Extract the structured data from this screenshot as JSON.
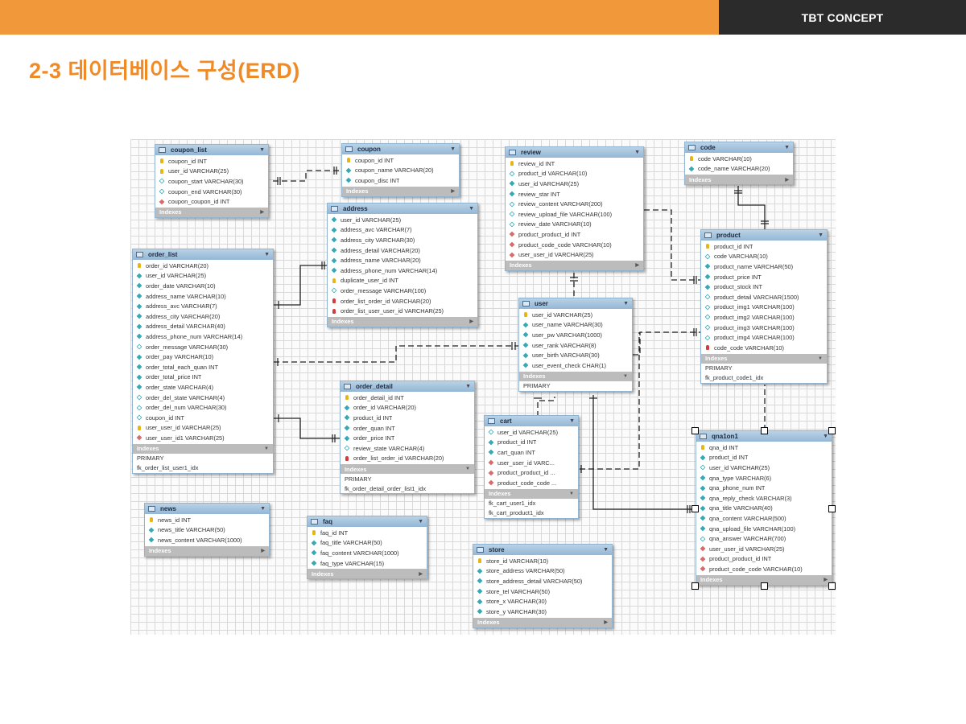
{
  "header": {
    "brand": "TBT CONCEPT"
  },
  "title": "2-3 데이터베이스 구성(ERD)",
  "diagram": {
    "index_label": "Indexes",
    "tables": [
      {
        "id": "coupon_list",
        "name": "coupon_list",
        "columns": [
          {
            "k": "pk",
            "t": "coupon_id INT"
          },
          {
            "k": "pk",
            "t": "user_id VARCHAR(25)"
          },
          {
            "k": "col",
            "t": "coupon_start VARCHAR(30)"
          },
          {
            "k": "col",
            "t": "coupon_end VARCHAR(30)"
          },
          {
            "k": "fkc",
            "t": "coupon_coupon_id INT"
          }
        ],
        "indexes": []
      },
      {
        "id": "coupon",
        "name": "coupon",
        "columns": [
          {
            "k": "pk",
            "t": "coupon_id INT"
          },
          {
            "k": "nn",
            "t": "coupon_name VARCHAR(20)"
          },
          {
            "k": "nn",
            "t": "coupon_disc INT"
          }
        ],
        "indexes": []
      },
      {
        "id": "address",
        "name": "address",
        "columns": [
          {
            "k": "nn",
            "t": "user_id VARCHAR(25)"
          },
          {
            "k": "nn",
            "t": "address_avc VARCHAR(7)"
          },
          {
            "k": "nn",
            "t": "address_city VARCHAR(30)"
          },
          {
            "k": "nn",
            "t": "address_detail VARCHAR(20)"
          },
          {
            "k": "nn",
            "t": "address_name VARCHAR(20)"
          },
          {
            "k": "nn",
            "t": "address_phone_num VARCHAR(14)"
          },
          {
            "k": "pk",
            "t": "duplicate_user_id INT"
          },
          {
            "k": "col",
            "t": "order_message VARCHAR(100)"
          },
          {
            "k": "fk",
            "t": "order_list_order_id VARCHAR(20)"
          },
          {
            "k": "fk",
            "t": "order_list_user_user_id VARCHAR(25)"
          }
        ],
        "indexes": []
      },
      {
        "id": "order_list",
        "name": "order_list",
        "columns": [
          {
            "k": "pk",
            "t": "order_id VARCHAR(20)"
          },
          {
            "k": "nn",
            "t": "user_id VARCHAR(25)"
          },
          {
            "k": "nn",
            "t": "order_date VARCHAR(10)"
          },
          {
            "k": "nn",
            "t": "address_name VARCHAR(10)"
          },
          {
            "k": "nn",
            "t": "address_avc VARCHAR(7)"
          },
          {
            "k": "nn",
            "t": "address_city VARCHAR(20)"
          },
          {
            "k": "nn",
            "t": "address_detail VARCHAR(40)"
          },
          {
            "k": "nn",
            "t": "address_phone_num VARCHAR(14)"
          },
          {
            "k": "col",
            "t": "order_message VARCHAR(30)"
          },
          {
            "k": "nn",
            "t": "order_pay VARCHAR(10)"
          },
          {
            "k": "nn",
            "t": "order_total_each_quan INT"
          },
          {
            "k": "nn",
            "t": "order_total_price INT"
          },
          {
            "k": "nn",
            "t": "order_state VARCHAR(4)"
          },
          {
            "k": "col",
            "t": "order_del_state VARCHAR(4)"
          },
          {
            "k": "col",
            "t": "order_del_num VARCHAR(30)"
          },
          {
            "k": "col",
            "t": "coupon_id INT"
          },
          {
            "k": "pk",
            "t": "user_user_id VARCHAR(25)"
          },
          {
            "k": "fkc",
            "t": "user_user_id1 VARCHAR(25)"
          }
        ],
        "indexes": [
          "PRIMARY",
          "fk_order_list_user1_idx"
        ]
      },
      {
        "id": "order_detail",
        "name": "order_detail",
        "columns": [
          {
            "k": "pk",
            "t": "order_detail_id INT"
          },
          {
            "k": "nn",
            "t": "order_id VARCHAR(20)"
          },
          {
            "k": "nn",
            "t": "product_id INT"
          },
          {
            "k": "nn",
            "t": "order_quan INT"
          },
          {
            "k": "nn",
            "t": "order_price INT"
          },
          {
            "k": "col",
            "t": "review_state VARCHAR(4)"
          },
          {
            "k": "fk",
            "t": "order_list_order_id VARCHAR(20)"
          }
        ],
        "indexes": [
          "PRIMARY",
          "fk_order_detail_order_list1_idx"
        ]
      },
      {
        "id": "review",
        "name": "review",
        "columns": [
          {
            "k": "pk",
            "t": "review_id INT"
          },
          {
            "k": "col",
            "t": "product_id VARCHAR(10)"
          },
          {
            "k": "nn",
            "t": "user_id VARCHAR(25)"
          },
          {
            "k": "nn",
            "t": "review_star INT"
          },
          {
            "k": "col",
            "t": "review_content VARCHAR(200)"
          },
          {
            "k": "col",
            "t": "review_upload_file VARCHAR(100)"
          },
          {
            "k": "col",
            "t": "review_date VARCHAR(10)"
          },
          {
            "k": "fkc",
            "t": "product_product_id INT"
          },
          {
            "k": "fkc",
            "t": "product_code_code VARCHAR(10)"
          },
          {
            "k": "fkc",
            "t": "user_user_id VARCHAR(25)"
          }
        ],
        "indexes": []
      },
      {
        "id": "code",
        "name": "code",
        "columns": [
          {
            "k": "pk",
            "t": "code VARCHAR(10)"
          },
          {
            "k": "nn",
            "t": "code_name VARCHAR(20)"
          }
        ],
        "indexes": []
      },
      {
        "id": "product",
        "name": "product",
        "columns": [
          {
            "k": "pk",
            "t": "product_id INT"
          },
          {
            "k": "col",
            "t": "code VARCHAR(10)"
          },
          {
            "k": "nn",
            "t": "product_name VARCHAR(50)"
          },
          {
            "k": "nn",
            "t": "product_price INT"
          },
          {
            "k": "nn",
            "t": "product_stock INT"
          },
          {
            "k": "col",
            "t": "product_detail VARCHAR(1500)"
          },
          {
            "k": "col",
            "t": "product_img1 VARCHAR(100)"
          },
          {
            "k": "col",
            "t": "product_img2 VARCHAR(100)"
          },
          {
            "k": "col",
            "t": "product_img3 VARCHAR(100)"
          },
          {
            "k": "col",
            "t": "product_img4 VARCHAR(100)"
          },
          {
            "k": "fk",
            "t": "code_code VARCHAR(10)"
          }
        ],
        "indexes": [
          "PRIMARY",
          "fk_product_code1_idx"
        ]
      },
      {
        "id": "user",
        "name": "user",
        "columns": [
          {
            "k": "pk",
            "t": "user_id VARCHAR(25)"
          },
          {
            "k": "nn",
            "t": "user_name VARCHAR(30)"
          },
          {
            "k": "nn",
            "t": "user_pw VARCHAR(1000)"
          },
          {
            "k": "nn",
            "t": "user_rank VARCHAR(8)"
          },
          {
            "k": "nn",
            "t": "user_birth VARCHAR(30)"
          },
          {
            "k": "nn",
            "t": "user_event_check CHAR(1)"
          }
        ],
        "indexes": [
          "PRIMARY"
        ]
      },
      {
        "id": "cart",
        "name": "cart",
        "columns": [
          {
            "k": "col",
            "t": "user_id VARCHAR(25)"
          },
          {
            "k": "nn",
            "t": "product_id INT"
          },
          {
            "k": "nn",
            "t": "cart_quan INT"
          },
          {
            "k": "fkc",
            "t": "user_user_id VARC..."
          },
          {
            "k": "fkc",
            "t": "product_product_id ..."
          },
          {
            "k": "fkc",
            "t": "product_code_code ..."
          }
        ],
        "indexes": [
          "fk_cart_user1_idx",
          "fk_cart_product1_idx"
        ]
      },
      {
        "id": "qna1on1",
        "name": "qna1on1",
        "columns": [
          {
            "k": "pk",
            "t": "qna_id INT"
          },
          {
            "k": "nn",
            "t": "product_id INT"
          },
          {
            "k": "col",
            "t": "user_id VARCHAR(25)"
          },
          {
            "k": "nn",
            "t": "qna_type VARCHAR(6)"
          },
          {
            "k": "nn",
            "t": "qna_phone_num INT"
          },
          {
            "k": "nn",
            "t": "qna_reply_check VARCHAR(3)"
          },
          {
            "k": "nn",
            "t": "qna_title VARCHAR(40)"
          },
          {
            "k": "nn",
            "t": "qna_content VARCHAR(500)"
          },
          {
            "k": "nn",
            "t": "qna_upload_file VARCHAR(100)"
          },
          {
            "k": "col",
            "t": "qna_answer VARCHAR(700)"
          },
          {
            "k": "fkc",
            "t": "user_user_id VARCHAR(25)"
          },
          {
            "k": "fkc",
            "t": "product_product_id INT"
          },
          {
            "k": "fkc",
            "t": "product_code_code VARCHAR(10)"
          }
        ],
        "indexes": []
      },
      {
        "id": "news",
        "name": "news",
        "columns": [
          {
            "k": "pk",
            "t": "news_id INT"
          },
          {
            "k": "nn",
            "t": "news_title VARCHAR(50)"
          },
          {
            "k": "nn",
            "t": "news_content VARCHAR(1000)"
          }
        ],
        "indexes": []
      },
      {
        "id": "faq",
        "name": "faq",
        "columns": [
          {
            "k": "pk",
            "t": "faq_id INT"
          },
          {
            "k": "nn",
            "t": "faq_title VARCHAR(50)"
          },
          {
            "k": "nn",
            "t": "faq_content VARCHAR(1000)"
          },
          {
            "k": "nn",
            "t": "faq_type VARCHAR(15)"
          }
        ],
        "indexes": []
      },
      {
        "id": "store",
        "name": "store",
        "columns": [
          {
            "k": "pk",
            "t": "store_id VARCHAR(10)"
          },
          {
            "k": "nn",
            "t": "store_address VARCHAR(50)"
          },
          {
            "k": "nn",
            "t": "store_address_detail VARCHAR(50)"
          },
          {
            "k": "nn",
            "t": "store_tel VARCHAR(50)"
          },
          {
            "k": "nn",
            "t": "store_x VARCHAR(30)"
          },
          {
            "k": "nn",
            "t": "store_y VARCHAR(30)"
          }
        ],
        "indexes": []
      }
    ]
  }
}
